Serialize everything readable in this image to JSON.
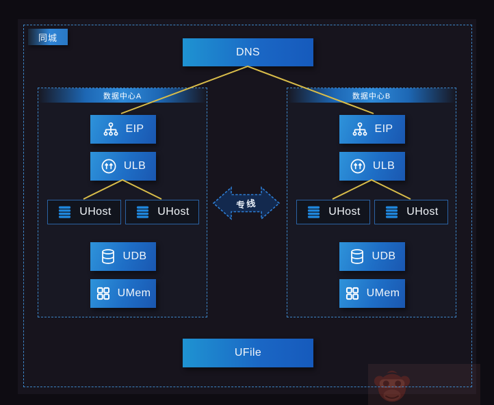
{
  "badge": {
    "label": "同城"
  },
  "dns": {
    "label": "DNS"
  },
  "datacenters": [
    {
      "title": "数据中心A",
      "nodes": {
        "eip": "EIP",
        "ulb": "ULB",
        "uhost_left": "UHost",
        "uhost_right": "UHost",
        "udb": "UDB",
        "umem": "UMem"
      }
    },
    {
      "title": "数据中心B",
      "nodes": {
        "eip": "EIP",
        "ulb": "ULB",
        "uhost_left": "UHost",
        "uhost_right": "UHost",
        "udb": "UDB",
        "umem": "UMem"
      }
    }
  ],
  "dedicated_line": {
    "label": "专线"
  },
  "ufile": {
    "label": "UFile"
  },
  "connections": [
    {
      "from": "dns",
      "to": "datacenter-a-eip"
    },
    {
      "from": "dns",
      "to": "datacenter-b-eip"
    },
    {
      "from": "datacenter-a-ulb",
      "to": "datacenter-a-uhost-left"
    },
    {
      "from": "datacenter-a-ulb",
      "to": "datacenter-a-uhost-right"
    },
    {
      "from": "datacenter-b-ulb",
      "to": "datacenter-b-uhost-left"
    },
    {
      "from": "datacenter-b-ulb",
      "to": "datacenter-b-uhost-right"
    },
    {
      "from": "datacenter-a",
      "to": "datacenter-b",
      "label": "专线",
      "type": "bidirectional-dedicated-line"
    }
  ],
  "icons": {
    "eip": "sitemap-hierarchy-icon",
    "ulb": "circle-double-up-arrows-icon",
    "uhost": "server-stack-icon",
    "udb": "database-cylinder-icon",
    "umem": "grid-squares-icon"
  },
  "colors": {
    "connector_line": "#d9bd4a",
    "dashed_border": "#3d87c9",
    "node_blue_start": "#2e93da",
    "node_blue_end": "#1a57b0",
    "uhost_border": "#2b63a4",
    "background": "#17141d",
    "arrow_fill": "#13294e",
    "arrow_stroke": "#2e7fd6"
  }
}
